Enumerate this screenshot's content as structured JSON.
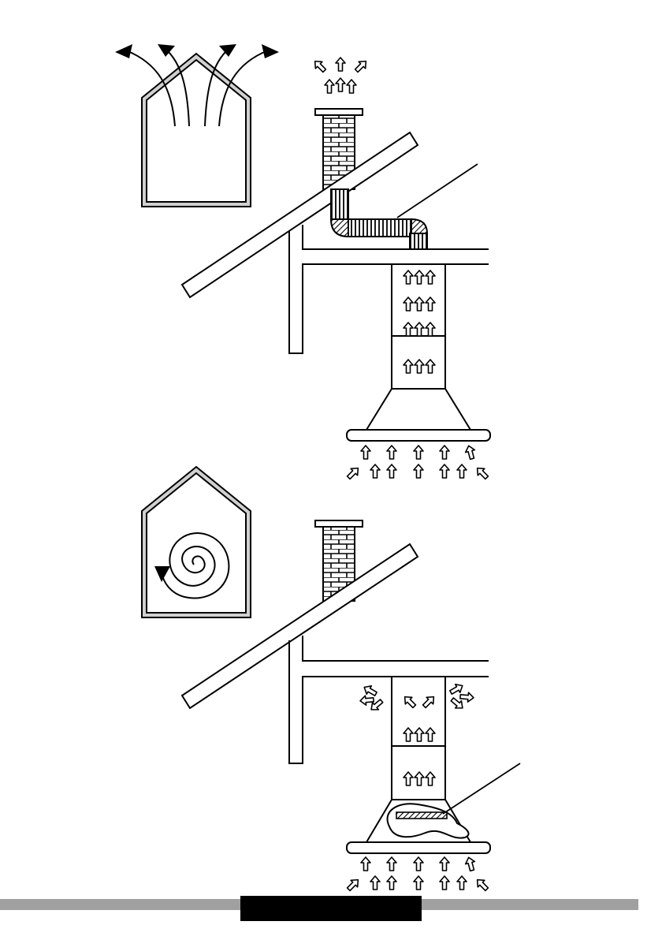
{
  "page": {
    "background": "#ffffff",
    "ink": "#000000",
    "accent_gray": "#a0a0a0",
    "light_gray": "#d0d0d0",
    "footer_text": ""
  },
  "figures": [
    {
      "name": "exhaust-mode",
      "house_icon": "house-airflow-out-icon",
      "description_icon": "ducted-extraction"
    },
    {
      "name": "recirculation-mode",
      "house_icon": "house-recirculation-spiral-icon",
      "description_icon": "charcoal-filter-recirculation"
    }
  ],
  "icons": {
    "arrow_up": "hollow-arrow-up-icon",
    "arrow_diagonal": "hollow-arrow-diagonal-icon",
    "black_arrow": "black-arrowhead-icon"
  }
}
